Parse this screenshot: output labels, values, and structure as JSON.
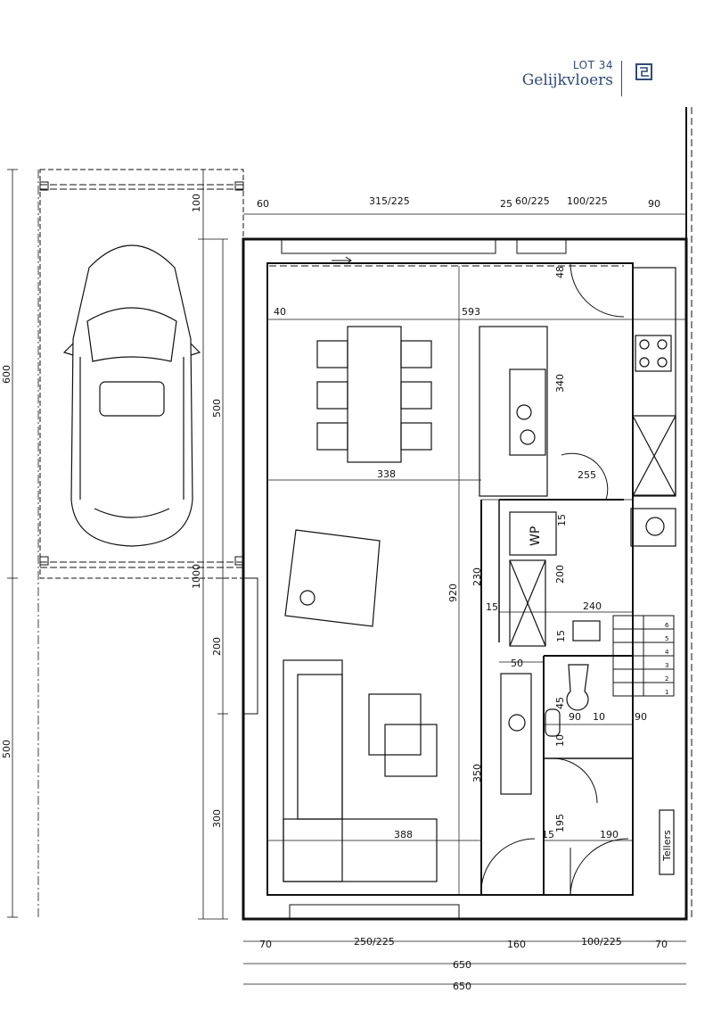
{
  "header": {
    "lot": "LOT 34",
    "floor": "Gelijkvloers",
    "icon": "floorplan-icon"
  },
  "colors": {
    "brand": "#2f4a78",
    "lines": "#111111"
  },
  "dimensions": {
    "top": [
      "60",
      "315/225",
      "25",
      "60/225",
      "100/225",
      "90"
    ],
    "bottom": [
      "70",
      "250/225",
      "160",
      "100/225",
      "70"
    ],
    "bottom_total_1": "650",
    "bottom_total_2": "650",
    "left_outer": [
      "600",
      "500"
    ],
    "left_inner": [
      "100",
      "500",
      "1000",
      "200",
      "300"
    ],
    "interior": [
      "40",
      "593",
      "338",
      "388",
      "920",
      "340",
      "230",
      "350",
      "48",
      "255",
      "15",
      "200",
      "240",
      "15",
      "15",
      "50",
      "45",
      "90",
      "10",
      "90",
      "10",
      "15",
      "195",
      "190"
    ]
  },
  "labels": {
    "heat_pump": "WP",
    "meters": "Tellers"
  },
  "stairs": [
    "1",
    "2",
    "3",
    "4",
    "5",
    "6"
  ]
}
